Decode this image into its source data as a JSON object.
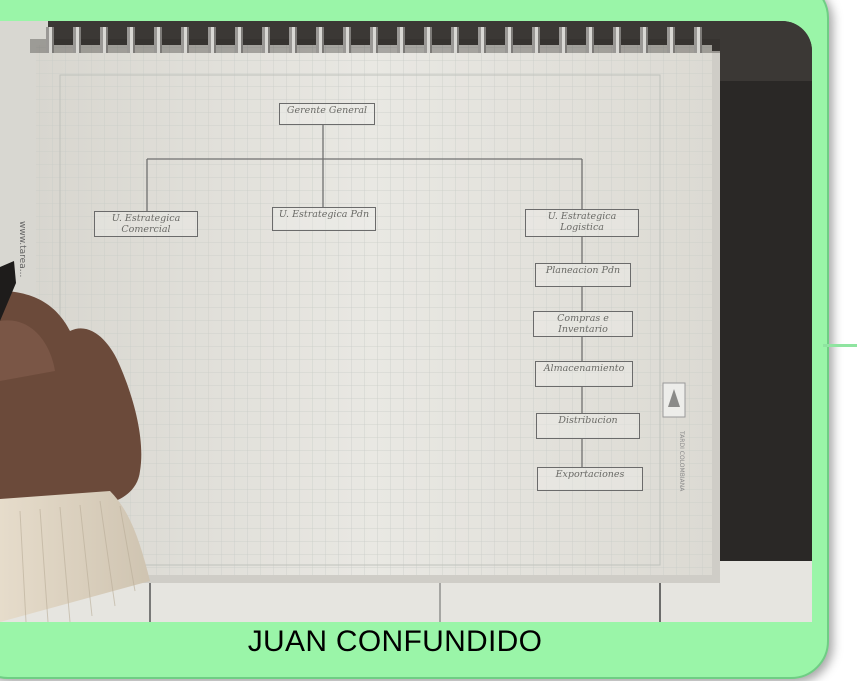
{
  "caption": "JUAN CONFUNDIDO",
  "colors": {
    "card_background": "#9af5a8",
    "card_border": "#6fce84",
    "caption_text": "#000000"
  },
  "diagram": {
    "root": "Gerente General",
    "level1": [
      "U. Estrategica Comercial",
      "U. Estrategica Pdn",
      "U. Estrategica Logistica"
    ],
    "logistics_chain": [
      "Planeacion Pdn",
      "Compras e Inventario",
      "Almacenamiento",
      "Distribucion",
      "Exportaciones"
    ]
  },
  "image_subject": "handwritten organizational chart drawn on spiral grid notebook"
}
